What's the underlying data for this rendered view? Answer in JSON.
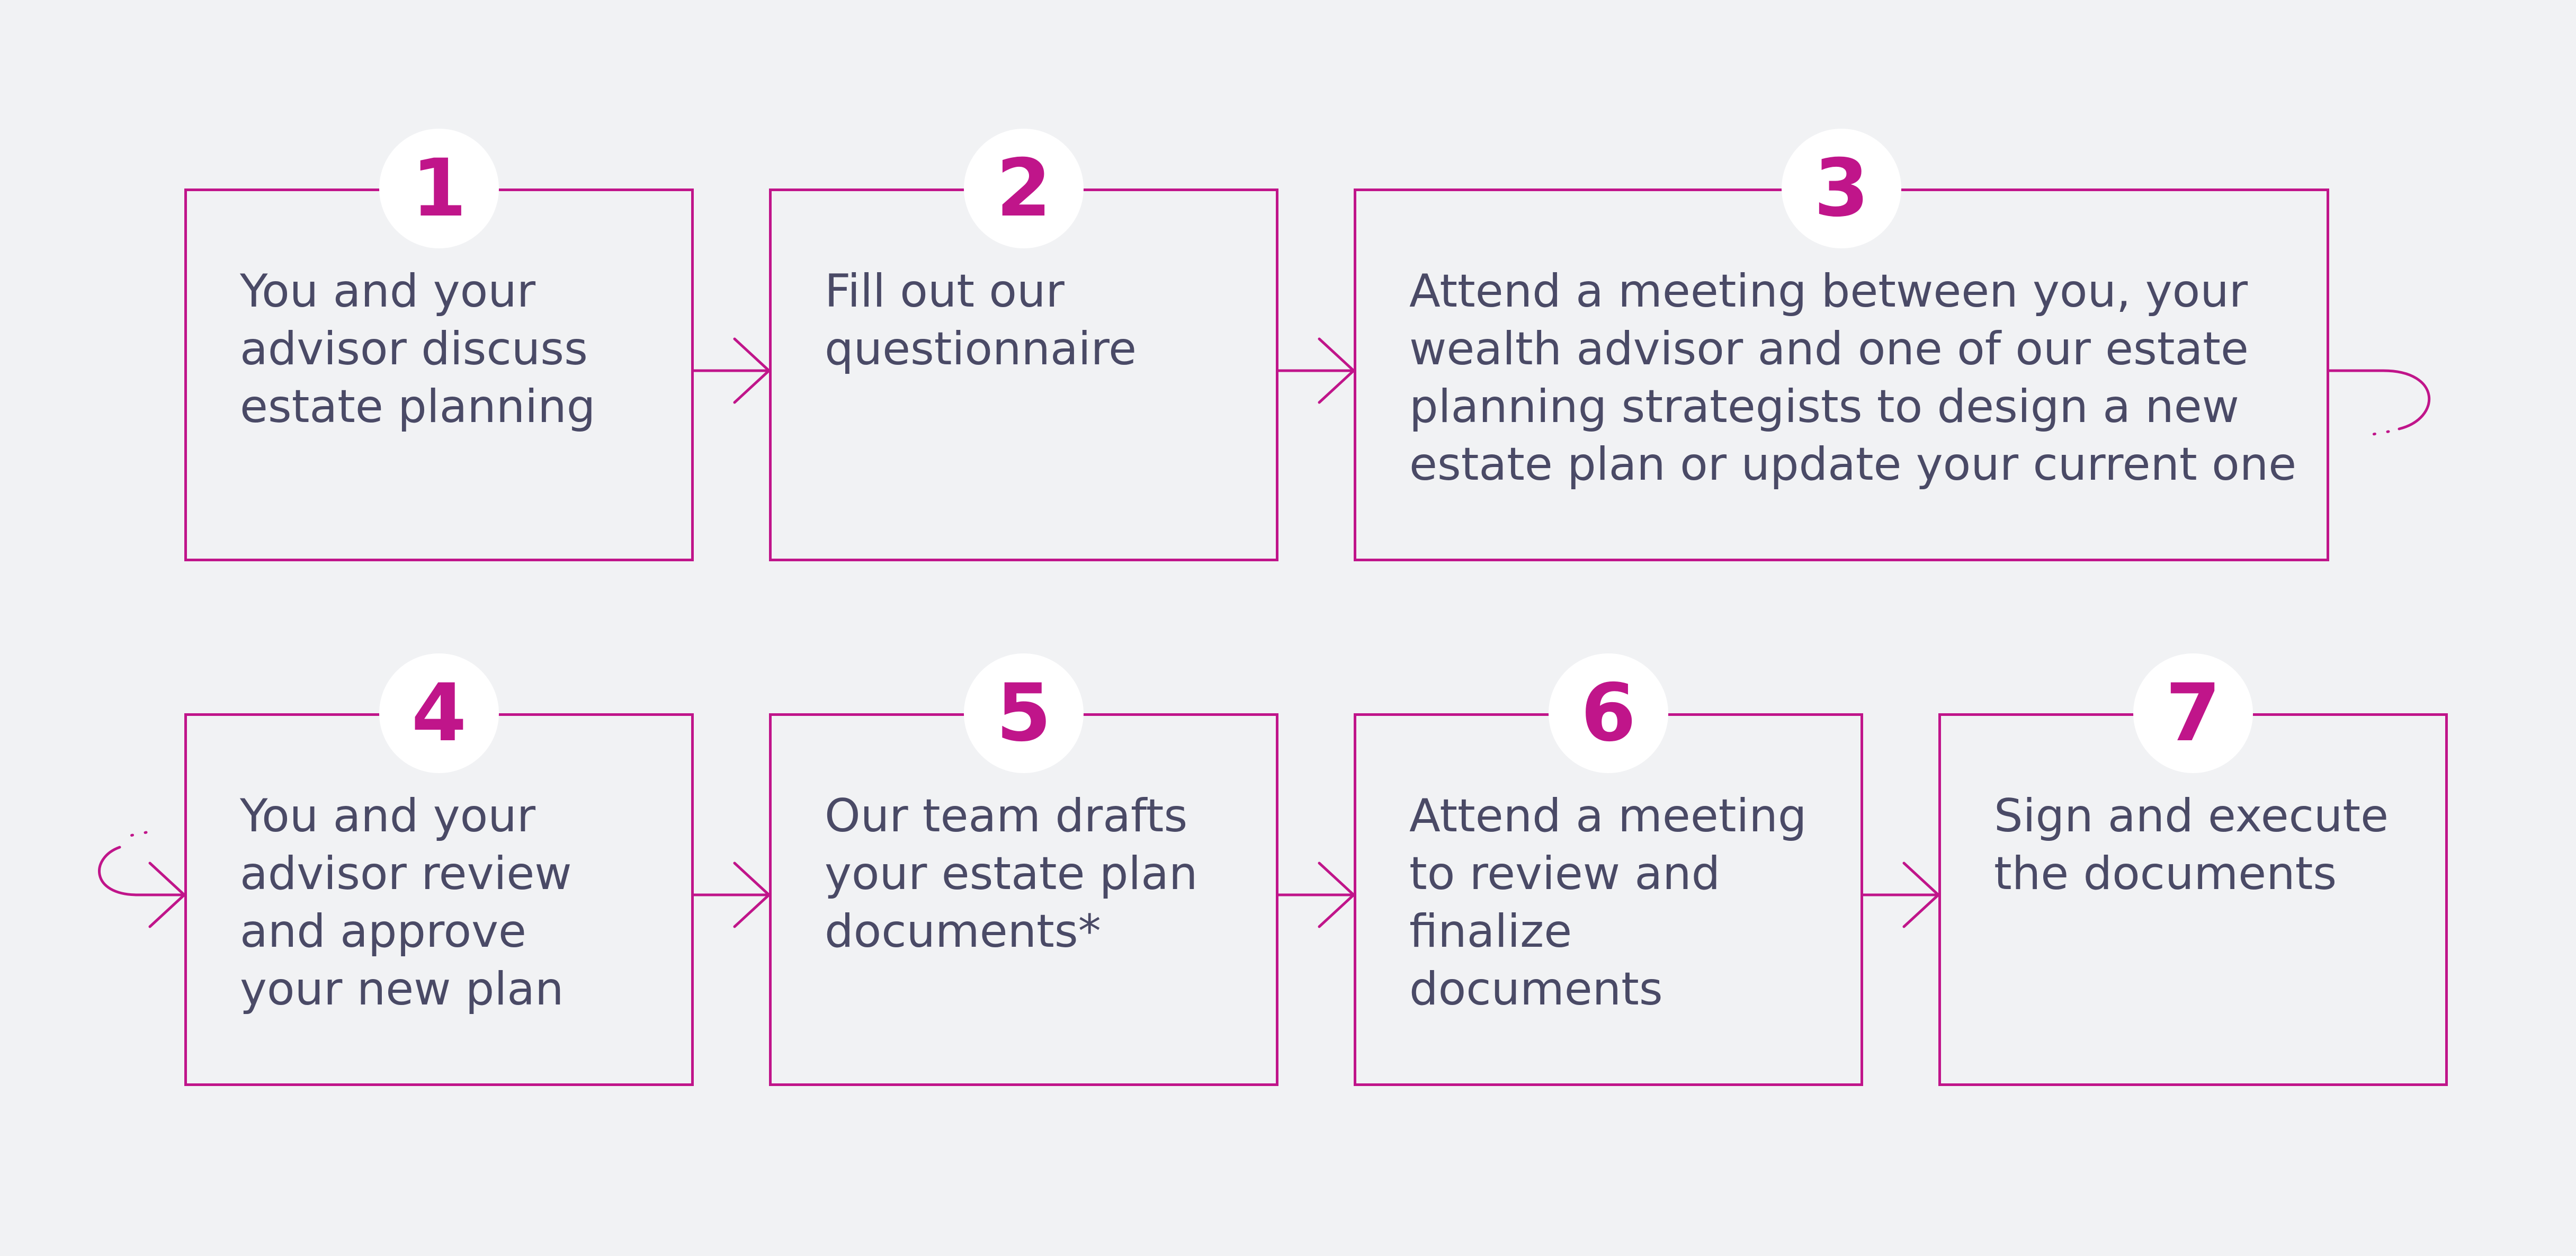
{
  "colors": {
    "background": "#f1f2f4",
    "accent": "#c0158a",
    "text": "#4a4a66",
    "badge_fill": "#ffffff"
  },
  "steps": [
    {
      "number": "1",
      "text": "You and your\nadvisor discuss\nestate planning"
    },
    {
      "number": "2",
      "text": "Fill out our\nquestionnaire"
    },
    {
      "number": "3",
      "text": "Attend a meeting between you, your\nwealth advisor and one of our estate\nplanning strategists to design a new\nestate plan or update your current one"
    },
    {
      "number": "4",
      "text": "You and your\nadvisor review\nand approve\nyour new plan"
    },
    {
      "number": "5",
      "text": "Our team drafts\nyour estate plan\ndocuments*"
    },
    {
      "number": "6",
      "text": "Attend a meeting\nto review and\nfinalize documents"
    },
    {
      "number": "7",
      "text": "Sign and execute\nthe documents"
    }
  ]
}
